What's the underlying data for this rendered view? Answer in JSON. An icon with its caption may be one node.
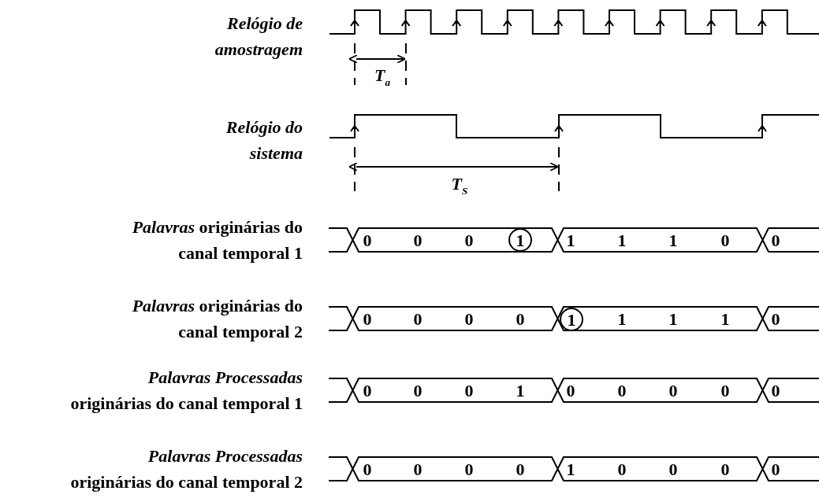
{
  "diagram": {
    "nodes": [
      {
        "text": [
          "1"
        ]
      },
      {
        "text": [
          "1"
        ]
      }
    ],
    "labels": [
      "Relógio de amostragem",
      "T$_{a}$",
      "Relógio do sistema",
      "T$_{S}$",
      "*Palavras* originárias do canal temporal 1",
      "0",
      "0",
      "0",
      "1",
      "1",
      "1",
      "0",
      "0",
      "*Palavras* originárias do canal temporal 2",
      "0",
      "0",
      "0",
      "0",
      "1",
      "1",
      "1",
      "0",
      "*Palavras Processadas* originárias do canal temporal 1",
      "0",
      "0",
      "0",
      "1",
      "0",
      "0",
      "0",
      "0",
      "0",
      "*Palavras Processadas* originárias do canal temporal 2",
      "0",
      "0",
      "0",
      "0",
      "1",
      "0",
      "0",
      "0",
      "0"
    ]
  }
}
